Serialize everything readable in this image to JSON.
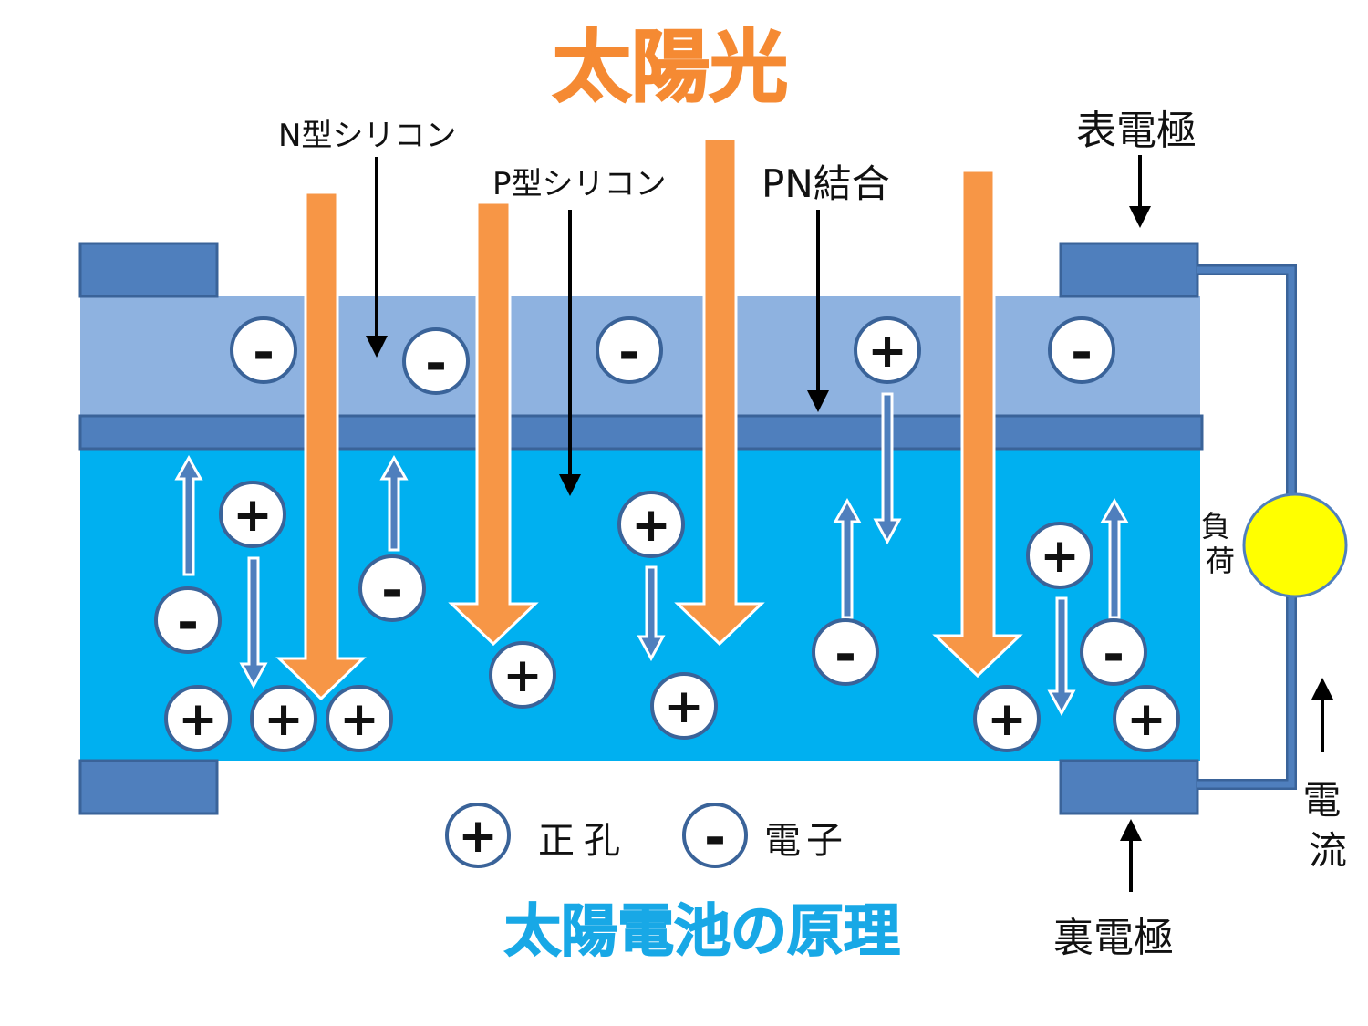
{
  "title_top": "太陽光",
  "title_bottom": "太陽電池の原理",
  "labels": {
    "n_silicon": "N型シリコン",
    "p_silicon": "P型シリコン",
    "pn_junction": "PN結合",
    "front_electrode": "表電極",
    "back_electrode": "裏電極",
    "load": "負荷",
    "current": "電流"
  },
  "legend": {
    "hole_symbol": "+",
    "hole_label": "正孔",
    "electron_symbol": "-",
    "electron_label": "電子"
  },
  "colors": {
    "sunlight_title": "#f58a33",
    "principle_title": "#18a8e6",
    "n_layer": "#8eb2e0",
    "p_layer": "#00b0f0",
    "electrode": "#4f7fbd",
    "electrode_border": "#3a6399",
    "sun_arrow": "#f79646",
    "load": "#ffff00"
  }
}
